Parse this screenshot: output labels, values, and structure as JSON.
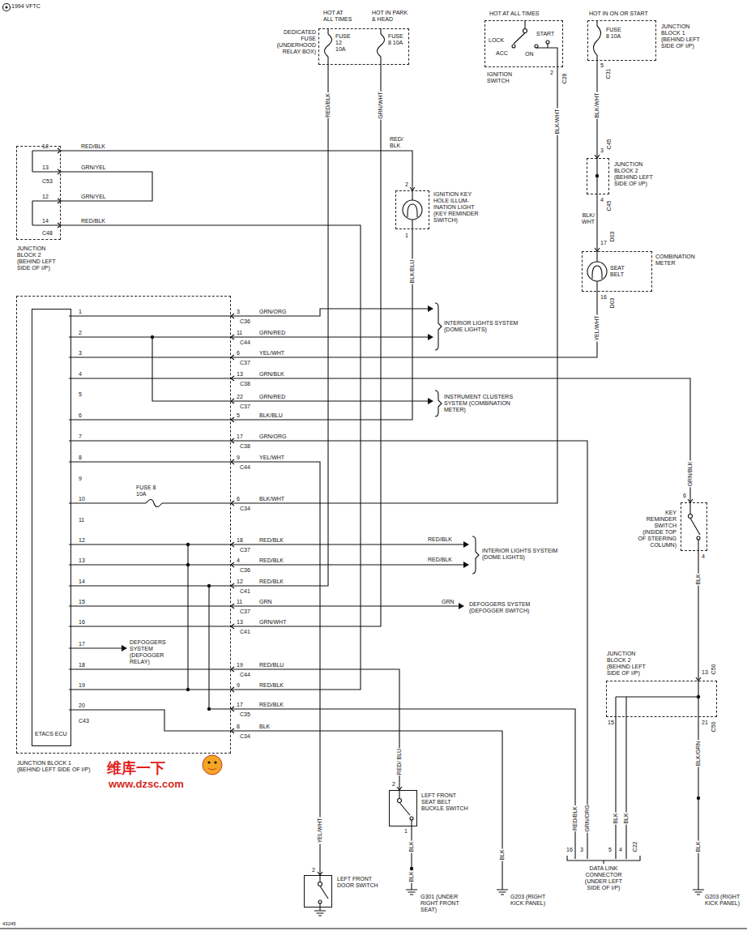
{
  "diagram": {
    "nodes": [
      {
        "text": [
          "DEDICATED FUSE (UNDERHOOD RELAY BOX)"
        ]
      },
      {
        "text": [
          "IGNITION SWITCH"
        ]
      },
      {
        "text": [
          "JUNCTION BLOCK 1 (BEHIND LEFT SIDE OF I/P)"
        ]
      },
      {
        "text": [
          "JUNCTION BLOCK 2 (BEHIND LEFT SIDE OF I/P)"
        ]
      },
      {
        "text": [
          "COMBINATION METER",
          "SEAT BELT"
        ]
      },
      {
        "text": [
          "JUNCTION BLOCK 2 (BEHIND LEFT SIDE OF I/P)"
        ]
      },
      {
        "text": [
          "IGNITION KEY HOLE ILLUM- INATION LIGHT (KEY REMINDER SWITCH)"
        ]
      },
      {
        "text": [
          "JUNCTION BLOCK 1 (BEHIND LEFT SIDE OF I/P)"
        ]
      },
      {
        "text": [
          "ETACS ECU"
        ],
        "in": 7
      },
      {
        "text": [
          "KEY REMINDER SWITCH (INSIDE TOP OF STEERING COLUMN)"
        ]
      },
      {
        "text": [
          "JUNCTION BLOCK 2 (BEHIND LEFT SIDE OF I/P)"
        ]
      },
      {
        "text": [
          "LEFT FRONT SEAT BELT BUCKLE SWITCH"
        ]
      },
      {
        "text": [
          "LEFT FRONT DOOR SWITCH"
        ]
      }
    ],
    "edges": [
      {
        "from": 0,
        "to": 7,
        "arrow": "none",
        "label": "RED/BLK"
      },
      {
        "from": 0,
        "to": 7,
        "arrow": "none",
        "label": "GRN/WHT"
      },
      {
        "from": 5,
        "to": 6,
        "arrow": "none",
        "label": "RED/ BLK"
      },
      {
        "from": 5,
        "to": 7,
        "arrow": "none"
      },
      {
        "from": 6,
        "to": 7,
        "arrow": "none",
        "label": "BLK/BLU"
      },
      {
        "from": 1,
        "to": 7,
        "arrow": "none",
        "label": "BLK/WHT"
      },
      {
        "from": 2,
        "to": 3,
        "arrow": "none",
        "label": "BLK/WHT"
      },
      {
        "from": 3,
        "to": 4,
        "arrow": "none",
        "label": "BLK/ WHT"
      },
      {
        "from": 4,
        "to": 7,
        "arrow": "none",
        "label": "YEL/WHT"
      },
      {
        "from": 7,
        "to": 9,
        "arrow": "none",
        "label": "GRN/BLK"
      },
      {
        "from": 9,
        "to": 10,
        "arrow": "none",
        "label": "BLK"
      },
      {
        "from": 7,
        "to": 11,
        "arrow": "none",
        "label": "RED/ BLU"
      },
      {
        "from": 7,
        "to": 12,
        "arrow": "none",
        "label": "YEL/WHT"
      }
    ],
    "labels": [
      "1994 VFTC",
      "HOT AT ALL TIMES",
      "HOT IN PARK & HEAD",
      "FUSE 12 10A",
      "FUSE 8 10A",
      "HOT AT ALL TIMES",
      "LOCK",
      "ACC",
      "START",
      "ON",
      "2",
      "C28",
      "HOT IN ON OR START",
      "FUSE 8 10A",
      "5",
      "C31",
      "3",
      "C45",
      "4",
      "C45",
      "17",
      "D03",
      "16",
      "D03",
      "12",
      "RED/BLK",
      "13",
      "GRN/YEL",
      "C53",
      "12",
      "GRN/YEL",
      "14",
      "RED/BLK",
      "C48",
      "2",
      "1",
      "INTERIOR LIGHTS SYSTEM (DOME LIGHTS)",
      "INSTRUMENT CLUSTERS SYSTEM (COMBINATION METER)",
      "1",
      "2",
      "3",
      "4",
      "5",
      "6",
      "7",
      "8",
      "9",
      "10",
      "11",
      "12",
      "13",
      "14",
      "15",
      "16",
      "17",
      "18",
      "19",
      "20",
      "FUSE 8 10A",
      "DEFOGGERS SYSTEM (DEFOGGER RELAY)",
      "C43",
      "3",
      "GRN/ORG",
      "C36",
      "11",
      "GRN/RED",
      "C44",
      "6",
      "YEL/WHT",
      "C37",
      "13",
      "GRN/BLK",
      "C38",
      "22",
      "GRN/RED",
      "C37",
      "5",
      "BLK/BLU",
      "17",
      "GRN/ORG",
      "C38",
      "9",
      "YEL/WHT",
      "C44",
      "6",
      "BLK/WHT",
      "C34",
      "18",
      "RED/BLK",
      "C37",
      "4",
      "RED/BLK",
      "C36",
      "12",
      "RED/BLK",
      "C41",
      "11",
      "GRN",
      "C37",
      "13",
      "GRN/WHT",
      "C41",
      "19",
      "RED/BLU",
      "C44",
      "9",
      "RED/BLK",
      "17",
      "RED/BLK",
      "C35",
      "8",
      "BLK",
      "C34",
      "RED/BLK",
      "RED/BLK",
      "INTERIOR LIGHTS SYSTEIM (DOME LIGHTS)",
      "GRN",
      "DEFOGGERS SYSTEM (DEFOGGER SWITCH)",
      "6",
      "4",
      "13",
      "C50",
      "15",
      "21",
      "C50",
      "2",
      "1",
      "BLK",
      "BLK",
      "G301 (UNDER RIGHT FRONT SEAT)",
      "2",
      "BLK",
      "G203 (RIGHT KICK PANEL)",
      "RED/BLK",
      "GRN/ORG",
      "BLK",
      "BLK",
      "16",
      "3",
      "5",
      "4",
      "C22",
      "DATA LINK CONNECTOR (UNDER LEFT SIDE OF I/P)",
      "BLK/GRN",
      "BLK",
      "G203 (RIGHT KICK PANEL)",
      "维库一下",
      "www.dzsc.com",
      "43245"
    ]
  }
}
